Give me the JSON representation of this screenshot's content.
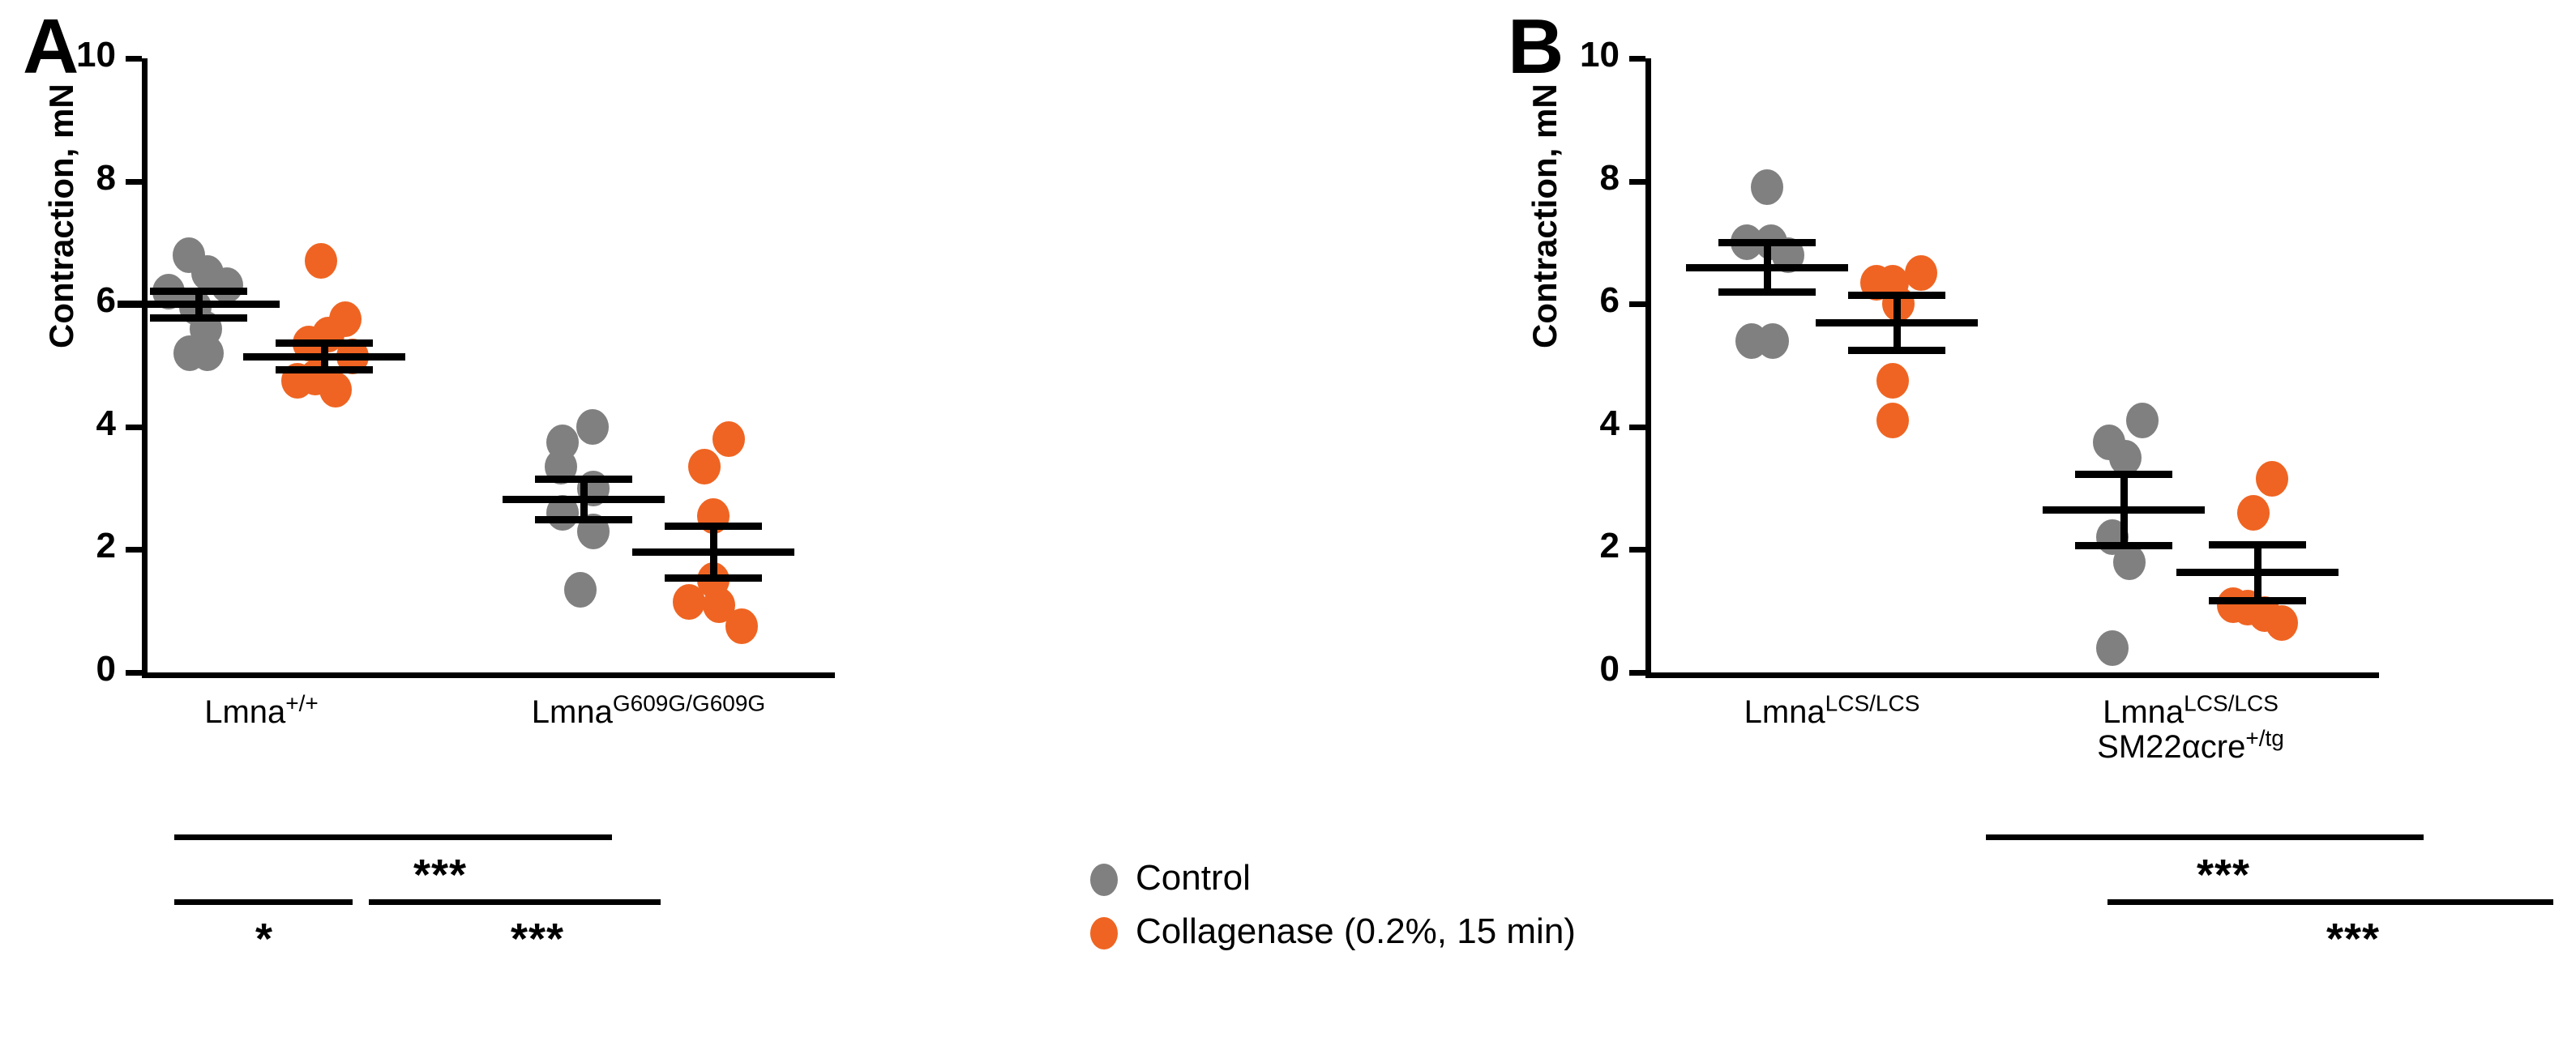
{
  "figure": {
    "panels": [
      {
        "letter": "A",
        "ylabel": "Contraction, mN",
        "yticks": [
          "10",
          "8",
          "6",
          "4",
          "2",
          "0"
        ],
        "xlabels": [
          {
            "base": "Lmna",
            "sup": "+/+"
          },
          {
            "base": "Lmna",
            "sup": "G609G/G609G"
          }
        ],
        "significance": [
          {
            "label": "***"
          },
          {
            "label": "*"
          },
          {
            "label": "***"
          }
        ]
      },
      {
        "letter": "B",
        "ylabel": "Contraction, mN",
        "yticks": [
          "10",
          "8",
          "6",
          "4",
          "2",
          "0"
        ],
        "xlabels": [
          {
            "base": "Lmna",
            "sup": "LCS/LCS",
            "line2": "",
            "line2sup": ""
          },
          {
            "base": "Lmna",
            "sup": "LCS/LCS",
            "line2": "SM22αcre",
            "line2sup": "+/tg"
          }
        ],
        "significance": [
          {
            "label": "***"
          },
          {
            "label": "***"
          }
        ]
      }
    ]
  },
  "legend": {
    "position": "bottom-center",
    "items": [
      {
        "label": "Control",
        "color": "#808080",
        "marker": "filled-circle"
      },
      {
        "label": "Collagenase (0.2%, 15 min)",
        "color": "#ef6422",
        "marker": "filled-circle"
      }
    ]
  },
  "colors": {
    "control": "#808080",
    "collagenase": "#ef6422",
    "axis": "#000000",
    "background": "#ffffff"
  },
  "chart_data": [
    {
      "type": "scatter",
      "panel": "A",
      "title": "",
      "xlabel": "",
      "ylabel": "Contraction, mN",
      "ylim": [
        0,
        10
      ],
      "ytick_values": [
        0,
        2,
        4,
        6,
        8,
        10
      ],
      "grid": false,
      "legend_position": "below-figure-center",
      "groups": [
        {
          "category": "Lmna+/+",
          "series": "Control",
          "color": "#808080",
          "mean": 6.0,
          "sem": 0.22,
          "n": 8,
          "values": [
            6.2,
            6.8,
            6.5,
            6.3,
            5.95,
            5.6,
            5.2,
            5.2
          ],
          "jitter": [
            -0.42,
            -0.14,
            0.12,
            0.4,
            -0.04,
            0.1,
            -0.13,
            0.12
          ]
        },
        {
          "category": "Lmna+/+",
          "series": "Collagenase (0.2%, 15 min)",
          "color": "#ef6422",
          "mean": 5.15,
          "sem": 0.22,
          "n": 8,
          "values": [
            6.7,
            5.75,
            5.5,
            5.35,
            5.15,
            4.75,
            4.8,
            4.6
          ],
          "jitter": [
            -0.05,
            0.3,
            0.06,
            -0.22,
            0.4,
            -0.38,
            -0.12,
            0.16
          ]
        },
        {
          "category": "LmnaG609G/G609G",
          "series": "Control",
          "color": "#808080",
          "mean": 2.82,
          "sem": 0.33,
          "n": 7,
          "values": [
            3.75,
            4.0,
            3.35,
            3.0,
            2.6,
            2.3,
            1.35
          ],
          "jitter": [
            -0.3,
            0.12,
            -0.32,
            0.14,
            -0.3,
            0.14,
            -0.05
          ]
        },
        {
          "category": "LmnaG609G/G609G",
          "series": "Collagenase (0.2%, 15 min)",
          "color": "#ef6422",
          "mean": 1.97,
          "sem": 0.42,
          "n": 7,
          "values": [
            3.8,
            3.35,
            2.55,
            1.5,
            1.15,
            1.1,
            0.75
          ],
          "jitter": [
            0.22,
            -0.12,
            0.0,
            0.0,
            -0.34,
            0.08,
            0.4
          ]
        }
      ],
      "annotations": [
        {
          "text": "***",
          "from": "Lmna+/+ Control",
          "to": "LmnaG609G/G609G Control"
        },
        {
          "text": "*",
          "from": "Lmna+/+ Control",
          "to": "Lmna+/+ Collagenase"
        },
        {
          "text": "***",
          "from": "LmnaG609G/G609G Control",
          "to": "LmnaG609G/G609G Collagenase"
        }
      ]
    },
    {
      "type": "scatter",
      "panel": "B",
      "title": "",
      "xlabel": "",
      "ylabel": "Contraction, mN",
      "ylim": [
        0,
        10
      ],
      "ytick_values": [
        0,
        2,
        4,
        6,
        8,
        10
      ],
      "grid": false,
      "legend_position": "below-figure-center",
      "groups": [
        {
          "category": "LmnaLCS/LCS",
          "series": "Control",
          "color": "#808080",
          "mean": 6.6,
          "sem": 0.4,
          "n": 6,
          "values": [
            7.9,
            7.0,
            7.0,
            6.8,
            5.4,
            5.4
          ],
          "jitter": [
            0.0,
            -0.28,
            0.06,
            0.3,
            -0.22,
            0.08
          ]
        },
        {
          "category": "LmnaLCS/LCS",
          "series": "Collagenase (0.2%, 15 min)",
          "color": "#ef6422",
          "mean": 5.7,
          "sem": 0.45,
          "n": 6,
          "values": [
            6.5,
            6.35,
            6.35,
            6.0,
            4.75,
            4.1
          ],
          "jitter": [
            0.34,
            -0.28,
            -0.06,
            0.02,
            -0.06,
            -0.06
          ]
        },
        {
          "category": "LmnaLCS/LCS SM22acre+/tg",
          "series": "Control",
          "color": "#808080",
          "mean": 2.65,
          "sem": 0.58,
          "n": 6,
          "values": [
            4.1,
            3.75,
            3.5,
            2.2,
            1.8,
            0.4
          ],
          "jitter": [
            0.26,
            -0.2,
            0.02,
            -0.16,
            0.08,
            -0.16
          ]
        },
        {
          "category": "LmnaLCS/LCS SM22acre+/tg",
          "series": "Collagenase (0.2%, 15 min)",
          "color": "#ef6422",
          "mean": 1.63,
          "sem": 0.45,
          "n": 6,
          "values": [
            3.15,
            2.6,
            1.1,
            1.05,
            0.95,
            0.8
          ],
          "jitter": [
            0.2,
            -0.06,
            -0.34,
            -0.14,
            0.1,
            0.34
          ]
        }
      ],
      "annotations": [
        {
          "text": "***",
          "from": "LmnaLCS/LCS Control",
          "to": "LmnaLCS/LCS SM22acre Control"
        },
        {
          "text": "***",
          "from": "LmnaLCS/LCS Collagenase",
          "to": "LmnaLCS/LCS SM22acre Collagenase"
        }
      ]
    }
  ]
}
